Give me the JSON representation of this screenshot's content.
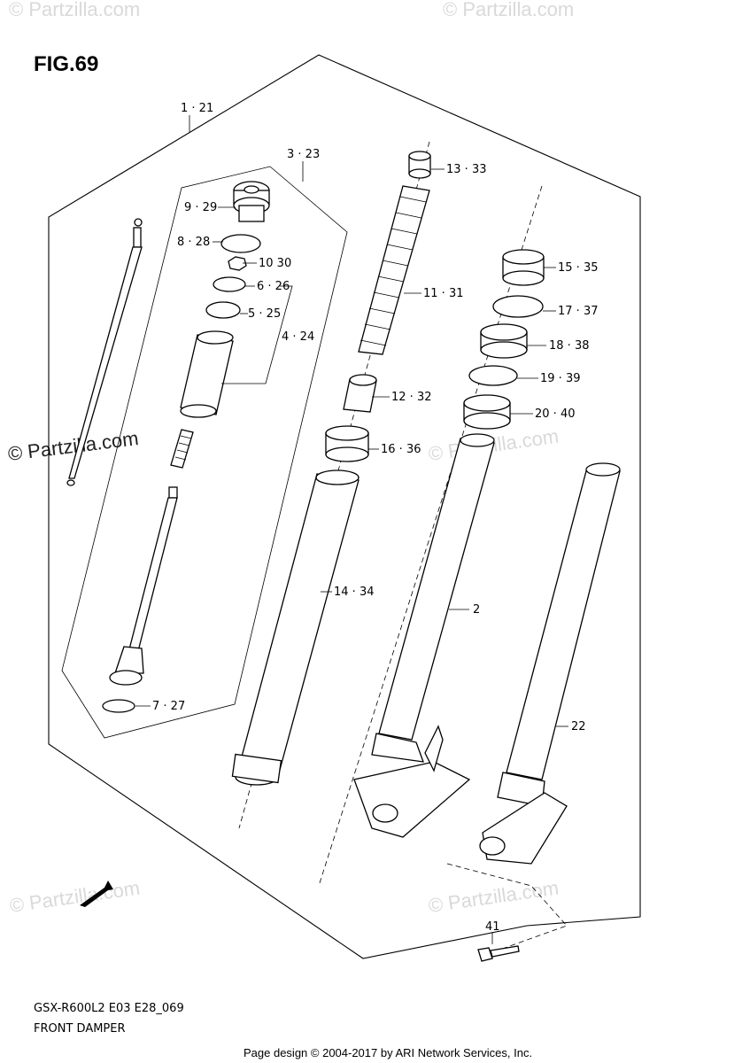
{
  "figure": {
    "title": "FIG.69",
    "model_code": "GSX-R600L2 E03 E28_069",
    "section_name": "FRONT DAMPER"
  },
  "copyright": "Page design © 2004-2017 by ARI Network Services, Inc.",
  "watermark": "© Partzilla.com",
  "fwd_label": "FWD",
  "callouts": [
    {
      "id": "c1",
      "label": "1 · 21"
    },
    {
      "id": "c3",
      "label": "3 · 23"
    },
    {
      "id": "c9",
      "label": "9 · 29"
    },
    {
      "id": "c8",
      "label": "8 · 28"
    },
    {
      "id": "c10",
      "label": "10 30"
    },
    {
      "id": "c6",
      "label": "6 · 26"
    },
    {
      "id": "c5",
      "label": "5 · 25"
    },
    {
      "id": "c4",
      "label": "4 · 24"
    },
    {
      "id": "c7",
      "label": "7 · 27"
    },
    {
      "id": "c13",
      "label": "13 · 33"
    },
    {
      "id": "c11",
      "label": "11 · 31"
    },
    {
      "id": "c12",
      "label": "12 · 32"
    },
    {
      "id": "c16",
      "label": "16 · 36"
    },
    {
      "id": "c14",
      "label": "14 · 34"
    },
    {
      "id": "c15",
      "label": "15 · 35"
    },
    {
      "id": "c17",
      "label": "17 · 37"
    },
    {
      "id": "c18",
      "label": "18 · 38"
    },
    {
      "id": "c19",
      "label": "19 · 39"
    },
    {
      "id": "c20",
      "label": "20 · 40"
    },
    {
      "id": "c2",
      "label": "2"
    },
    {
      "id": "c22",
      "label": "22"
    },
    {
      "id": "c41",
      "label": "41"
    }
  ]
}
